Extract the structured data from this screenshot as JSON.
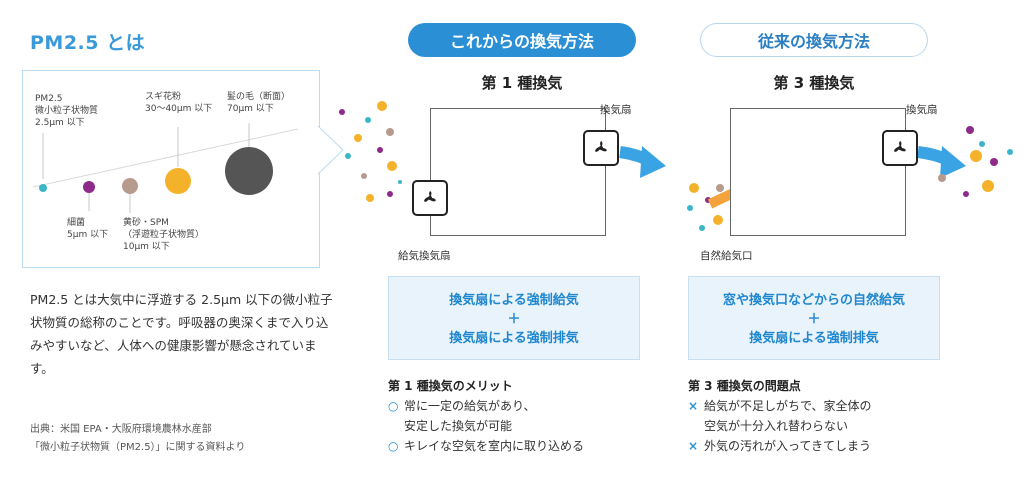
{
  "pm": {
    "title": "PM2.5 とは",
    "labels": {
      "pm25": "PM2.5\n微小粒子状物質\n2.5μm 以下",
      "pollen": "スギ花粉\n30～40μm 以下",
      "hair": "髪の毛（断面）\n70μm 以下",
      "bacteria": "細菌\n5μm 以下",
      "sand": "黄砂・SPM\n（浮遊粒子状物質）\n10μm 以下"
    },
    "colors": {
      "pm25": "#3ab6c6",
      "bacteria": "#8d2a8a",
      "sand": "#b79b8c",
      "pollen": "#f4b22a",
      "hair": "#555555"
    },
    "description": "PM2.5 とは大気中に浮遊する 2.5μm 以下の微小粒子状物質の総称のことです。呼吸器の奥深くまで入り込みやすいなど、人体への健康影響が懸念されています。",
    "source_line1": "出典：米国 EPA・大阪府環境農林水産部",
    "source_line2": "「微小粒子状物質（PM2.5）」に関する資料より"
  },
  "new_method": {
    "pill": "これからの換気方法",
    "subtitle": "第 1 種換気",
    "exhaust_label": "換気扇",
    "supply_label": "給気換気扇",
    "method_line1": "換気扇による強制給気",
    "plus": "＋",
    "method_line2": "換気扇による強制排気",
    "merit_title": "第 1 種換気のメリット",
    "merit_mark": "○",
    "merit1a": "常に一定の給気があり、",
    "merit1b": "安定した換気が可能",
    "merit2": "キレイな空気を室内に取り込める"
  },
  "old_method": {
    "pill": "従来の換気方法",
    "subtitle": "第 3 種換気",
    "exhaust_label": "換気扇",
    "inlet_label": "自然給気口",
    "method_line1": "窓や換気口などからの自然給気",
    "plus": "＋",
    "method_line2": "換気扇による強制排気",
    "issue_title": "第 3 種換気の問題点",
    "issue_mark": "×",
    "issue1a": "給気が不足しがちで、家全体の",
    "issue1b": "空気が十分入れ替わらない",
    "issue2": "外気の汚れが入ってきてしまう"
  },
  "colors": {
    "accent": "#2b8fd5",
    "arrow_blue": "#3aa3e3",
    "arrow_orange": "#f3a23c",
    "panel_bg": "#e9f3fb"
  }
}
